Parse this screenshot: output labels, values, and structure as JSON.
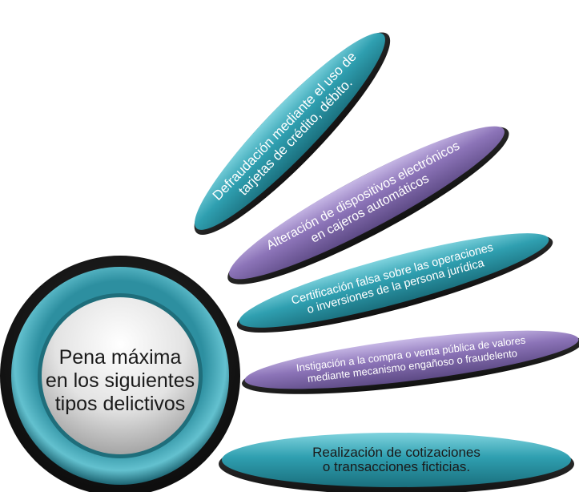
{
  "center": {
    "lines": [
      "Pena máxima",
      "en los siguientes",
      "tipos delictivos"
    ]
  },
  "petals": [
    {
      "lines": [
        "Defraudación mediante el uso de",
        "tarjetas de crédito, débito."
      ],
      "color": "#2f9fb0"
    },
    {
      "lines": [
        "Alteración de dispositivos electrónicos",
        "en cajeros automáticos"
      ],
      "color": "#8c74b8"
    },
    {
      "lines": [
        "Certificación falsa sobre las operaciones",
        "o inversiones de la persona jurídica"
      ],
      "color": "#2f9fb0"
    },
    {
      "lines": [
        "Instigación a la compra o venta pública de valores",
        "mediante mecanismo engañoso o fraudelento"
      ],
      "color": "#8c74b8"
    },
    {
      "lines": [
        "Realización de cotizaciones",
        "o transacciones ficticias."
      ],
      "color": "#2f9fb0"
    }
  ]
}
